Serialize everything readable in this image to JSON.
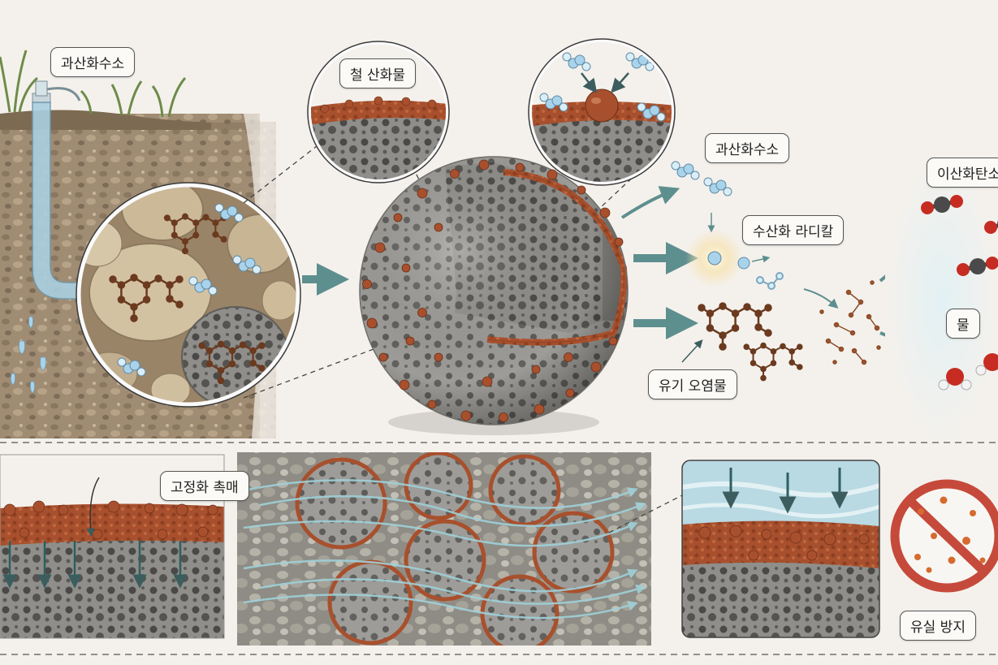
{
  "labels": {
    "peroxide_injection": "과산화수소",
    "iron_oxide": "철 산화물",
    "peroxide_reactant": "과산화수소",
    "hydroxyl_radical": "수산화 라디칼",
    "organic_pollutant": "유기 오염물",
    "carbon_dioxide": "이산화탄소",
    "water": "물",
    "immobilized_catalyst": "고정화 촉매",
    "loss_prevention": "유실 방지"
  },
  "colors": {
    "iron_oxide": "#a8502d",
    "porous_support": "#8d8c88",
    "peroxide_molecule": "#a9d3ea",
    "flow_arrow": "#5e8f8f",
    "prohibit_sign": "#c64a3b",
    "carbon": "#4a4a4a",
    "oxygen": "#c62c22"
  }
}
